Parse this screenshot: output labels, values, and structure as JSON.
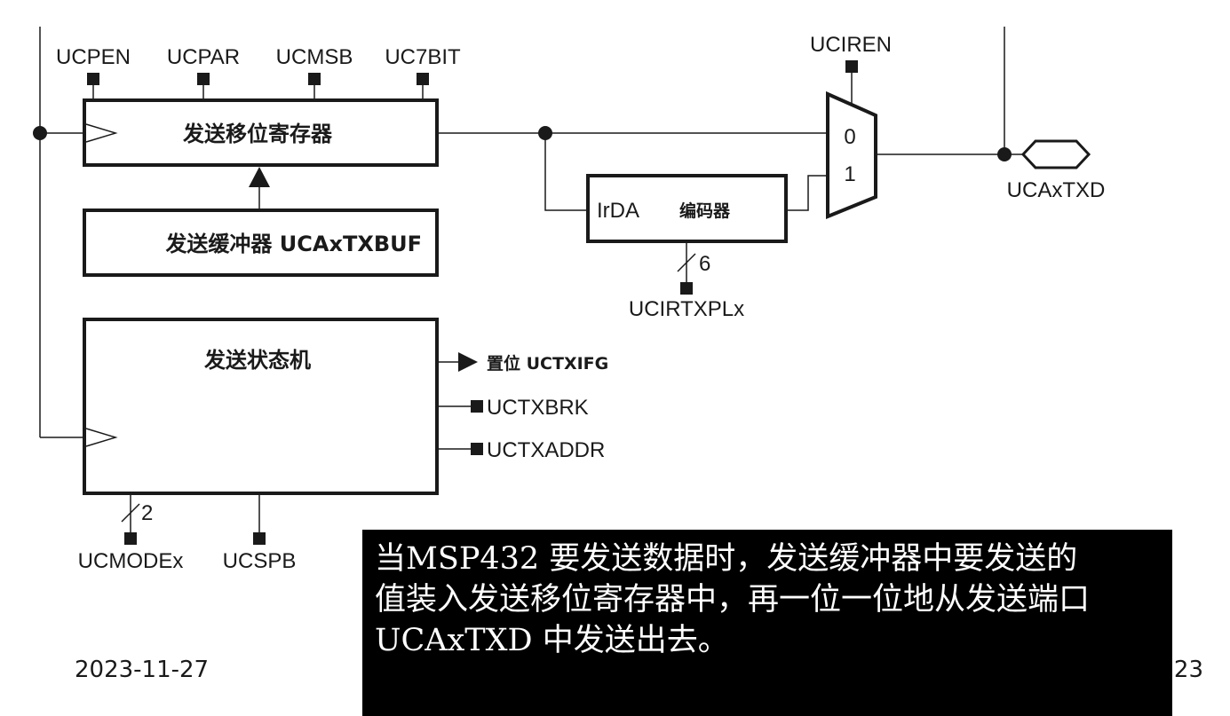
{
  "diagram": {
    "control_bits": {
      "ucpen": "UCPEN",
      "ucpar": "UCPAR",
      "ucmsb": "UCMSB",
      "uc7bit": "UC7BIT",
      "uciren": "UCIREN",
      "ucirtxplx": "UCIRTXPLx",
      "ucmodex": "UCMODEx",
      "ucspb": "UCSPB"
    },
    "shift_register": {
      "label": "发送移位寄存器"
    },
    "tx_buffer": {
      "label": "发送缓冲器  UCAxTXBUF"
    },
    "irda": {
      "label_en": "IrDA",
      "label_cn": "编码器",
      "bus_width": "6"
    },
    "mux": {
      "input0": "0",
      "input1": "1"
    },
    "output_pin": {
      "label": "UCAxTXD"
    },
    "state_machine": {
      "label": "发送状态机",
      "bus_width": "2",
      "out_set_ifg": "置位 UCTXIFG",
      "out_brk": "UCTXBRK",
      "out_addr": "UCTXADDR"
    }
  },
  "note": {
    "line1": "当MSP432 要发送数据时，发送缓冲器中要发送的",
    "line2": "值装入发送移位寄存器中，再一位一位地从发送端口",
    "line3": "UCAxTXD 中发送出去。"
  },
  "footer": {
    "date": "2023-11-27",
    "page": "23"
  }
}
